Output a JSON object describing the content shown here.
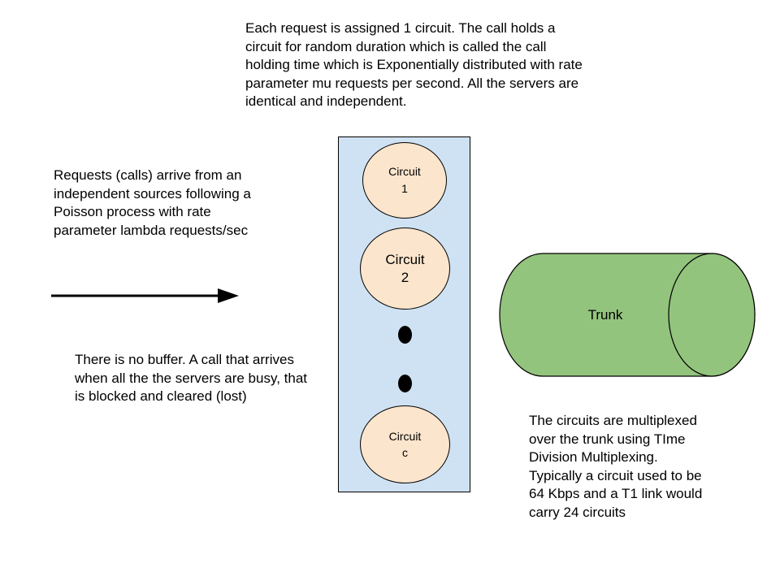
{
  "notes": {
    "top": "Each request is assigned 1 circuit. The call holds a\ncircuit for random duration which is called the call\nholding time which is  Exponentially distributed with rate\nparameter mu requests per second. All the servers are\nidentical and independent.",
    "arrivals": "Requests (calls) arrive from an\nindependent sources following a\nPoisson process with rate\nparameter lambda requests/sec",
    "buffer": "There is no buffer. A call that arrives\nwhen all the the servers are busy, that\nis blocked and cleared (lost)",
    "tdm": "The circuits are multiplexed\nover the trunk using TIme\nDivision Multiplexing.\nTypically a circuit used to be\n64 Kbps and a T1 link would\ncarry 24 circuits"
  },
  "circuits": [
    {
      "name": "Circuit",
      "id": "1"
    },
    {
      "name": "Circuit",
      "id": "2"
    },
    {
      "name": "Circuit",
      "id": "c"
    }
  ],
  "trunk": {
    "label": "Trunk"
  },
  "colors": {
    "server_pool_fill": "#cfe2f3",
    "circuit_fill": "#fce5cd",
    "trunk_fill": "#93c47d",
    "outline": "#000000"
  }
}
